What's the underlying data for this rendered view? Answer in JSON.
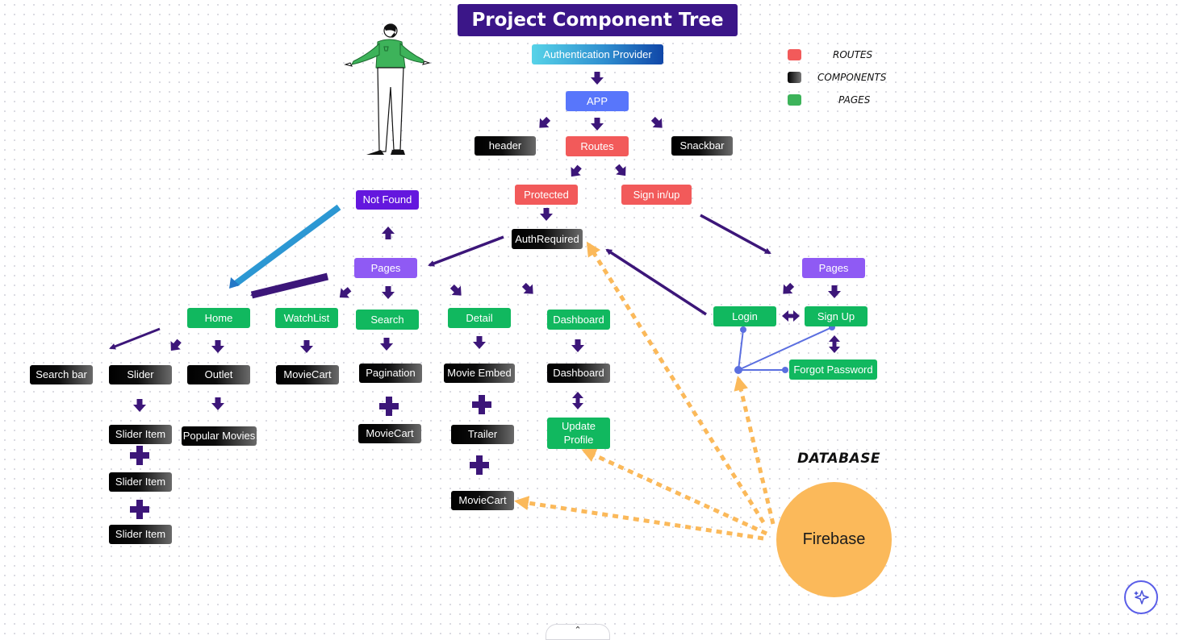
{
  "title": "Project Component Tree",
  "legend": [
    {
      "label": "ROUTES",
      "color": "#f25a5a"
    },
    {
      "label": "COMPONENTS",
      "color": "#111111"
    },
    {
      "label": "PAGES",
      "color": "#11b85f"
    }
  ],
  "colors": {
    "route": "#f25a5a",
    "page": "#11b85f",
    "component": "#000000",
    "pages_group": "#8f5af4",
    "not_found": "#6417de",
    "app": "#5876fb",
    "arrow": "#3c1679",
    "database_link": "#fbb95a",
    "firebase_link": "#5b6fe0",
    "title_bg": "#3b1688"
  },
  "nodes": {
    "auth_provider": "Authentication Provider",
    "app": "APP",
    "header": "header",
    "routes": "Routes",
    "snackbar": "Snackbar",
    "protected": "Protected",
    "sign_in_up": "Sign in/up",
    "not_found": "Not Found",
    "auth_required": "AuthRequired",
    "pages_left": "Pages",
    "pages_right": "Pages",
    "home": "Home",
    "watchlist": "WatchList",
    "search": "Search",
    "detail": "Detail",
    "dashboard_page": "Dashboard",
    "login": "Login",
    "sign_up": "Sign Up",
    "forgot_password": "Forgot Password",
    "search_bar": "Search bar",
    "slider": "Slider",
    "outlet": "Outlet",
    "moviecart_watchlist": "MovieCart",
    "pagination": "Pagination",
    "movie_embed": "Movie Embed",
    "dashboard_comp": "Dashboard",
    "slider_item_1": "Slider Item",
    "slider_item_2": "Slider Item",
    "slider_item_3": "Slider Item",
    "popular_movies": "Popular Movies",
    "moviecart_search": "MovieCart",
    "trailer": "Trailer",
    "update_profile": "Update Profile",
    "moviecart_detail": "MovieCart"
  },
  "database": {
    "label": "DATABASE",
    "name": "Firebase"
  },
  "controls": {
    "ai_icon": "sparkle-icon",
    "collapse_icon": "chevron-up-icon",
    "collapse_glyph": "⌃"
  }
}
